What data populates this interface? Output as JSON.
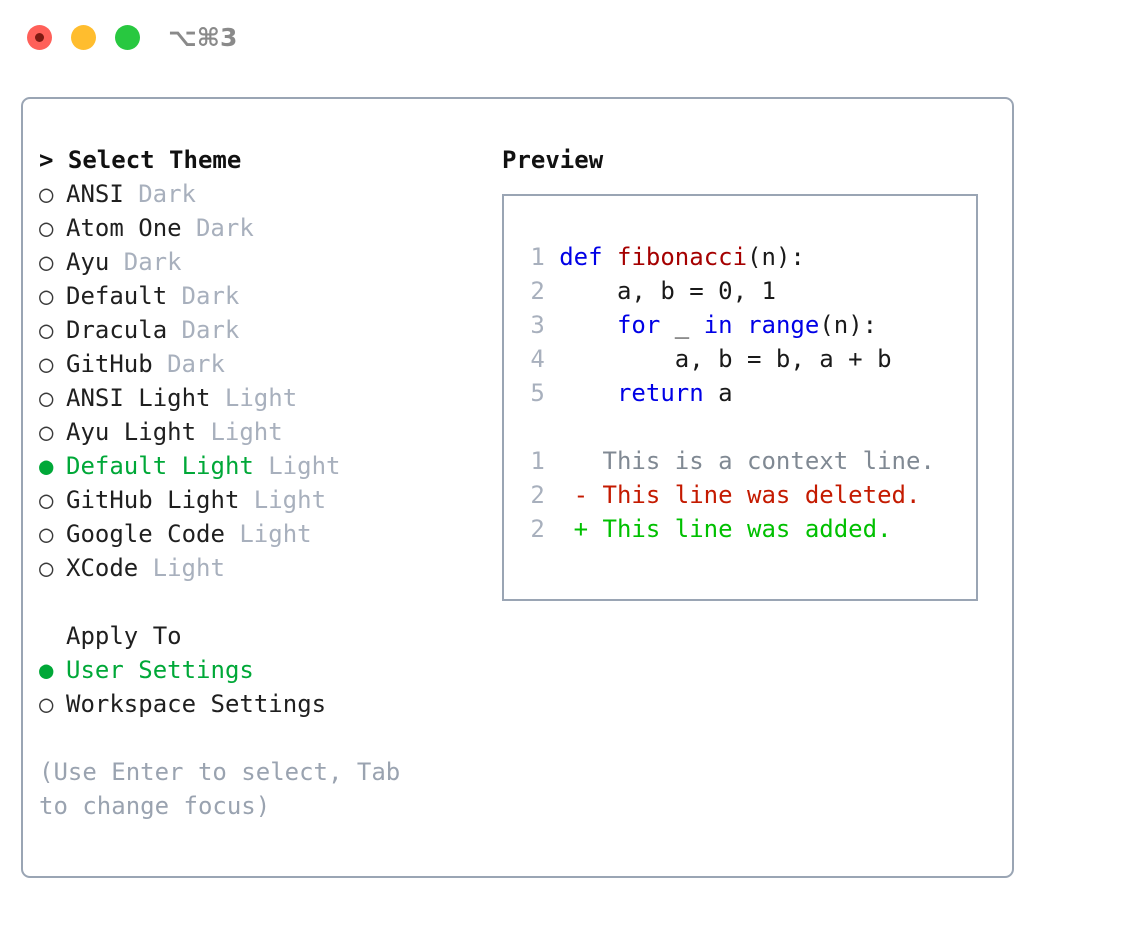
{
  "titlebar": {
    "shortcut": "⌥⌘3",
    "buttons": [
      {
        "name": "close",
        "color": "#ff6059"
      },
      {
        "name": "minimize",
        "color": "#ffbd2e"
      },
      {
        "name": "maximize",
        "color": "#28c840"
      }
    ]
  },
  "theme_picker": {
    "header": "> Select Theme",
    "marker_unselected": "○",
    "marker_selected": "●",
    "items": [
      {
        "label": "ANSI",
        "variant": "Dark",
        "selected": false
      },
      {
        "label": "Atom One",
        "variant": "Dark",
        "selected": false
      },
      {
        "label": "Ayu",
        "variant": "Dark",
        "selected": false
      },
      {
        "label": "Default",
        "variant": "Dark",
        "selected": false
      },
      {
        "label": "Dracula",
        "variant": "Dark",
        "selected": false
      },
      {
        "label": "GitHub",
        "variant": "Dark",
        "selected": false
      },
      {
        "label": "ANSI Light",
        "variant": "Light",
        "selected": false
      },
      {
        "label": "Ayu Light",
        "variant": "Light",
        "selected": false
      },
      {
        "label": "Default Light",
        "variant": "Light",
        "selected": true
      },
      {
        "label": "GitHub Light",
        "variant": "Light",
        "selected": false
      },
      {
        "label": "Google Code",
        "variant": "Light",
        "selected": false
      },
      {
        "label": "XCode",
        "variant": "Light",
        "selected": false
      }
    ]
  },
  "apply_to": {
    "label": "Apply To",
    "options": [
      {
        "label": "User Settings",
        "selected": true
      },
      {
        "label": "Workspace Settings",
        "selected": false
      }
    ]
  },
  "hint": "(Use Enter to select, Tab to change focus)",
  "preview": {
    "title": "Preview",
    "code_lines": [
      {
        "no": "1",
        "tokens": [
          {
            "t": "def",
            "c": "kw"
          },
          {
            "t": " ",
            "c": "plain"
          },
          {
            "t": "fibonacci",
            "c": "fn"
          },
          {
            "t": "(n):",
            "c": "plain"
          }
        ]
      },
      {
        "no": "2",
        "tokens": [
          {
            "t": "    a, b = 0, 1",
            "c": "plain"
          }
        ]
      },
      {
        "no": "3",
        "tokens": [
          {
            "t": "    ",
            "c": "plain"
          },
          {
            "t": "for",
            "c": "kw"
          },
          {
            "t": " _ ",
            "c": "plain"
          },
          {
            "t": "in",
            "c": "kw"
          },
          {
            "t": " ",
            "c": "plain"
          },
          {
            "t": "range",
            "c": "kw"
          },
          {
            "t": "(n):",
            "c": "plain"
          }
        ]
      },
      {
        "no": "4",
        "tokens": [
          {
            "t": "        a, b = b, a + b",
            "c": "plain"
          }
        ]
      },
      {
        "no": "5",
        "tokens": [
          {
            "t": "    ",
            "c": "plain"
          },
          {
            "t": "return",
            "c": "kw"
          },
          {
            "t": " a",
            "c": "plain"
          }
        ]
      }
    ],
    "diff_lines": [
      {
        "no": "1",
        "sign": " ",
        "text": "This is a context line.",
        "kind": "ctx"
      },
      {
        "no": "2",
        "sign": "-",
        "text": "This line was deleted.",
        "kind": "del"
      },
      {
        "no": "2",
        "sign": "+",
        "text": "This line was added.",
        "kind": "add"
      }
    ]
  },
  "colors": {
    "selected_green": "#00a838",
    "diff_added": "#00c000",
    "diff_removed": "#c41a00",
    "keyword_blue": "#0000e6",
    "function_red": "#a50000",
    "muted_gray": "#a8b0bd",
    "border": "#9aa5b4"
  }
}
